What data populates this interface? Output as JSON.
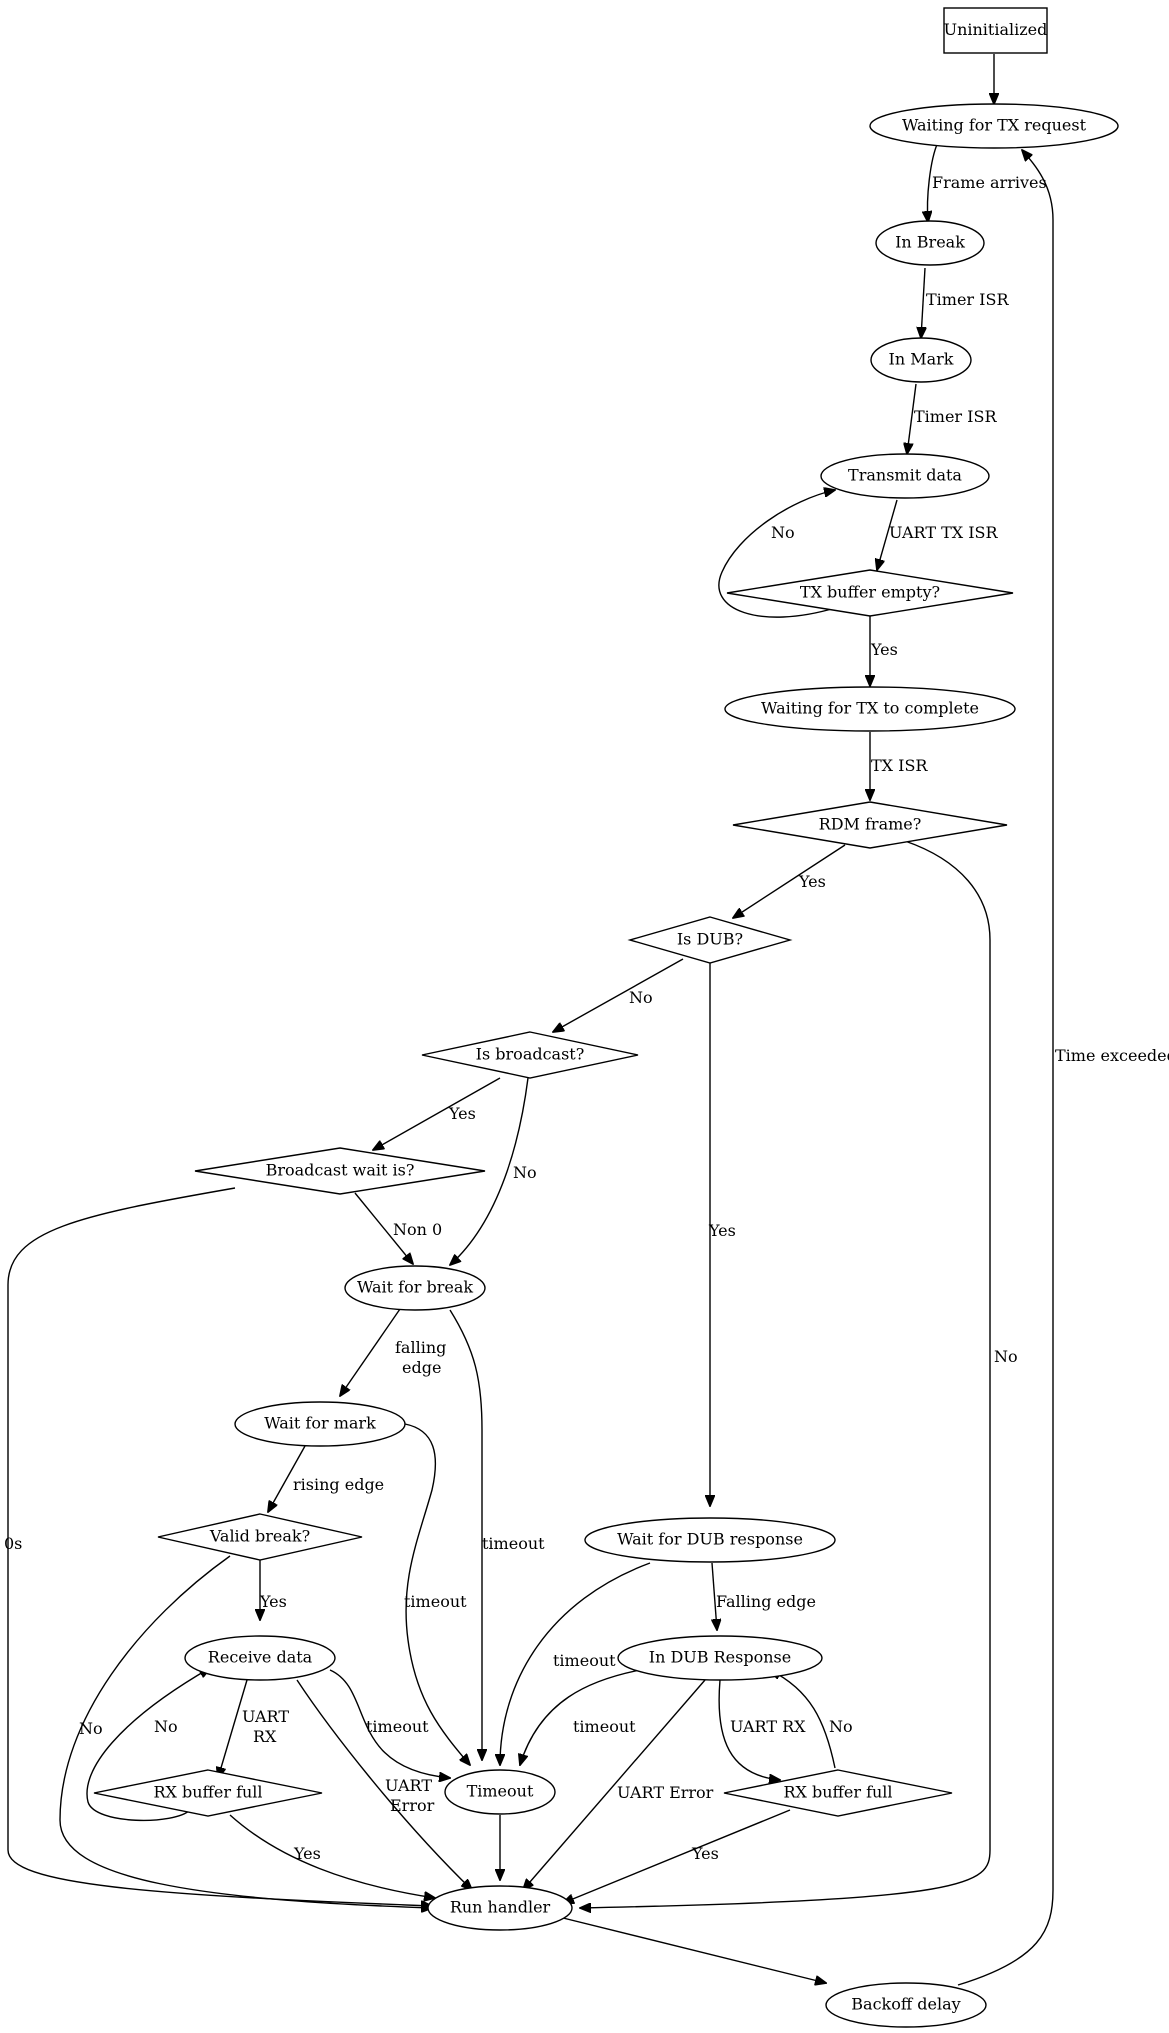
{
  "nodes": {
    "uninitialized": "Uninitialized",
    "waiting_tx_request": "Waiting for TX request",
    "in_break": "In Break",
    "in_mark": "In Mark",
    "transmit_data": "Transmit data",
    "tx_buffer_empty": "TX buffer empty?",
    "waiting_tx_complete": "Waiting for TX to complete",
    "rdm_frame": "RDM frame?",
    "is_dub": "Is DUB?",
    "is_broadcast": "Is broadcast?",
    "broadcast_wait": "Broadcast wait is?",
    "wait_for_break": "Wait for break",
    "wait_for_mark": "Wait for mark",
    "valid_break": "Valid break?",
    "receive_data": "Receive data",
    "rx_buffer_full_left": "RX buffer full",
    "timeout": "Timeout",
    "wait_dub_response": "Wait for DUB response",
    "in_dub_response": "In DUB Response",
    "rx_buffer_full_right": "RX buffer full",
    "run_handler": "Run handler",
    "backoff_delay": "Backoff delay"
  },
  "edges": {
    "frame_arrives": "Frame arrives",
    "timer_isr_1": "Timer ISR",
    "timer_isr_2": "Timer ISR",
    "uart_tx_isr": "UART TX ISR",
    "tx_empty_no": "No",
    "tx_empty_yes": "Yes",
    "tx_isr": "TX ISR",
    "rdm_yes": "Yes",
    "rdm_no": "No",
    "dub_no": "No",
    "dub_yes": "Yes",
    "broadcast_yes": "Yes",
    "broadcast_no": "No",
    "wait_non0": "Non 0",
    "wait_0s": "0s",
    "falling_edge_1": "falling",
    "falling_edge_2": "edge",
    "break_timeout": "timeout",
    "mark_timeout": "timeout",
    "rising_edge": "rising edge",
    "valid_yes": "Yes",
    "valid_no": "No",
    "uart_rx_1": "UART",
    "uart_rx_2": "RX",
    "rx_left_no": "No",
    "rx_left_yes": "Yes",
    "receive_timeout": "timeout",
    "uart_error_1": "UART",
    "uart_error_2": "Error",
    "dub_falling_edge": "Falling edge",
    "dub_wait_timeout": "timeout",
    "dub_resp_timeout": "timeout",
    "dub_uart_rx": "UART RX",
    "dub_uart_error": "UART Error",
    "rx_right_no": "No",
    "rx_right_yes": "Yes",
    "time_exceeded": "Time exceeded"
  }
}
